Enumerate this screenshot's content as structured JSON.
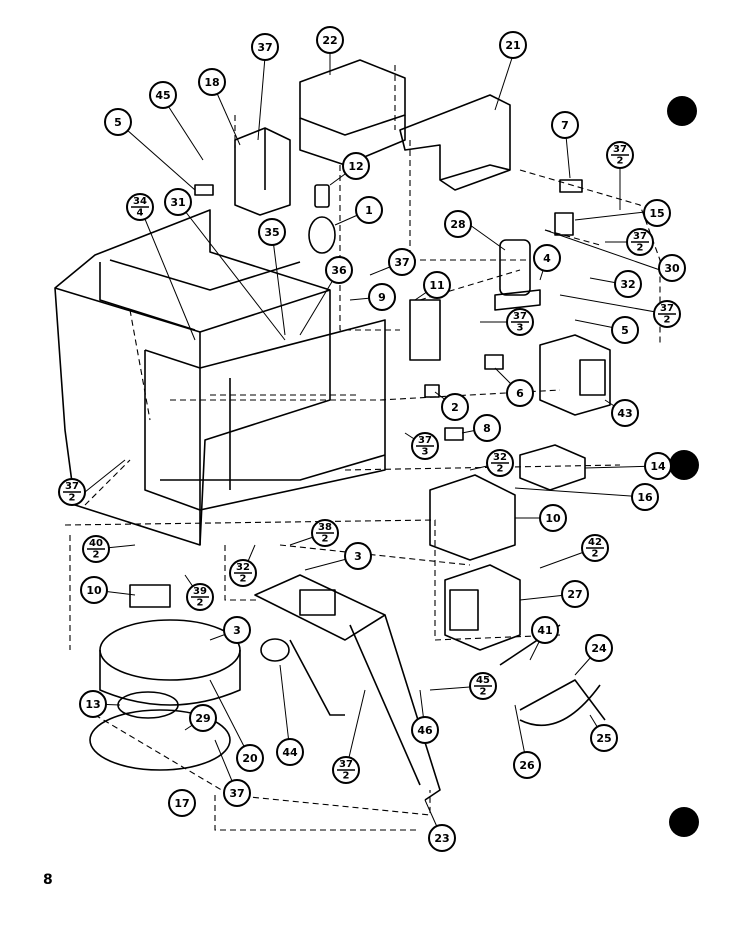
{
  "page_number": "8",
  "callouts": [
    {
      "id": "c37a",
      "num": "37"
    },
    {
      "id": "c22",
      "num": "22"
    },
    {
      "id": "c21",
      "num": "21"
    },
    {
      "id": "c45a",
      "num": "45"
    },
    {
      "id": "c18",
      "num": "18"
    },
    {
      "id": "c5a",
      "num": "5"
    },
    {
      "id": "c7",
      "num": "7"
    },
    {
      "id": "c37_2a",
      "num": "37",
      "sub": "2"
    },
    {
      "id": "c12",
      "num": "12"
    },
    {
      "id": "c1",
      "num": "1"
    },
    {
      "id": "c34_4",
      "num": "34",
      "sub": "4"
    },
    {
      "id": "c31",
      "num": "31"
    },
    {
      "id": "c15",
      "num": "15"
    },
    {
      "id": "c28",
      "num": "28"
    },
    {
      "id": "c37_2b",
      "num": "37",
      "sub": "2"
    },
    {
      "id": "c30",
      "num": "30"
    },
    {
      "id": "c35",
      "num": "35"
    },
    {
      "id": "c36",
      "num": "36"
    },
    {
      "id": "c37b",
      "num": "37"
    },
    {
      "id": "c4",
      "num": "4"
    },
    {
      "id": "c32",
      "num": "32"
    },
    {
      "id": "c11",
      "num": "11"
    },
    {
      "id": "c9",
      "num": "9"
    },
    {
      "id": "c37_2c",
      "num": "37",
      "sub": "2"
    },
    {
      "id": "c37_3a",
      "num": "37",
      "sub": "3"
    },
    {
      "id": "c5b",
      "num": "5"
    },
    {
      "id": "c6",
      "num": "6"
    },
    {
      "id": "c43",
      "num": "43"
    },
    {
      "id": "c2",
      "num": "2"
    },
    {
      "id": "c8",
      "num": "8"
    },
    {
      "id": "c37_3b",
      "num": "37",
      "sub": "3"
    },
    {
      "id": "c32_2a",
      "num": "32",
      "sub": "2"
    },
    {
      "id": "c14",
      "num": "14"
    },
    {
      "id": "c16",
      "num": "16"
    },
    {
      "id": "c37_2d",
      "num": "37",
      "sub": "2"
    },
    {
      "id": "c10a",
      "num": "10"
    },
    {
      "id": "c40_2",
      "num": "40",
      "sub": "2"
    },
    {
      "id": "c38_2",
      "num": "38",
      "sub": "2"
    },
    {
      "id": "c42_2",
      "num": "42",
      "sub": "2"
    },
    {
      "id": "c3a",
      "num": "3"
    },
    {
      "id": "c32_2b",
      "num": "32",
      "sub": "2"
    },
    {
      "id": "c10b",
      "num": "10"
    },
    {
      "id": "c39_2",
      "num": "39",
      "sub": "2"
    },
    {
      "id": "c27",
      "num": "27"
    },
    {
      "id": "c3b",
      "num": "3"
    },
    {
      "id": "c41",
      "num": "41"
    },
    {
      "id": "c24",
      "num": "24"
    },
    {
      "id": "c45_2",
      "num": "45",
      "sub": "2"
    },
    {
      "id": "c13",
      "num": "13"
    },
    {
      "id": "c29",
      "num": "29"
    },
    {
      "id": "c44",
      "num": "44"
    },
    {
      "id": "c46",
      "num": "46"
    },
    {
      "id": "c20",
      "num": "20"
    },
    {
      "id": "c26",
      "num": "26"
    },
    {
      "id": "c25",
      "num": "25"
    },
    {
      "id": "c37_2e",
      "num": "37",
      "sub": "2"
    },
    {
      "id": "c17",
      "num": "17"
    },
    {
      "id": "c37c",
      "num": "37"
    },
    {
      "id": "c23",
      "num": "23"
    }
  ]
}
